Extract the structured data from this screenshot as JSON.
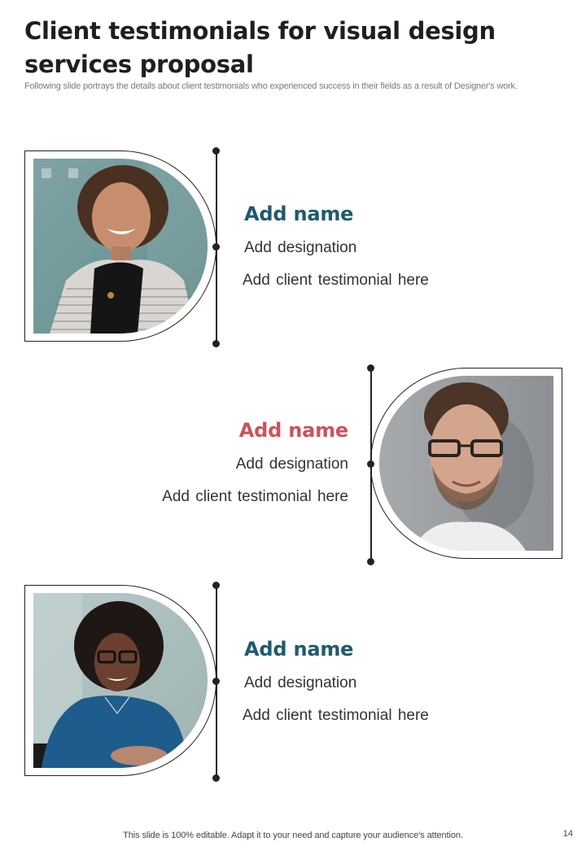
{
  "page": {
    "title": "Client testimonials for visual design services proposal",
    "subtitle": "Following slide portrays the details about client testimonials who experienced success in their fields as a result of Designer's work."
  },
  "colors": {
    "teal_accent": "#1e5a6e",
    "red_accent": "#c9545a",
    "text_dark": "#333333",
    "line": "#222222"
  },
  "testimonials": [
    {
      "name": "Add name",
      "designation": "Add designation",
      "testimonial": "Add client testimonial here",
      "name_color": "#1e5a6e",
      "photo": "woman-curly-hair-photo",
      "layout": "photo-left"
    },
    {
      "name": "Add name",
      "designation": "Add designation",
      "testimonial": "Add client testimonial here",
      "name_color": "#c9545a",
      "photo": "man-glasses-photo",
      "layout": "photo-right"
    },
    {
      "name": "Add name",
      "designation": "Add designation",
      "testimonial": "Add client testimonial here",
      "name_color": "#1e5a6e",
      "photo": "woman-afro-glasses-photo",
      "layout": "photo-left"
    }
  ],
  "footer": {
    "note": "This slide is 100% editable. Adapt it to your need and capture your audience’s attention.",
    "page_number": "14"
  }
}
